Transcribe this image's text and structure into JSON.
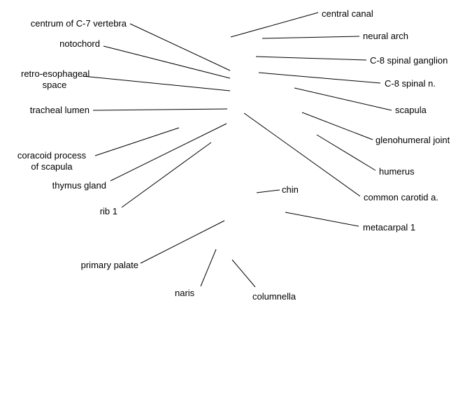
{
  "labels": {
    "centrum_c7": "centrum of C-7 vertebra",
    "notochord": "notochord",
    "retro_esophageal_line1": "retro-esophageal",
    "retro_esophageal_line2": "space",
    "tracheal_lumen": "tracheal lumen",
    "coracoid_line1": "coracoid process",
    "coracoid_line2": "of scapula",
    "thymus_gland": "thymus gland",
    "rib_1": "rib 1",
    "primary_palate": "primary palate",
    "naris": "naris",
    "columnella": "columnella",
    "central_canal": "central canal",
    "neural_arch": "neural arch",
    "c8_spinal_ganglion": "C-8 spinal ganglion",
    "c8_spinal_n": "C-8 spinal n.",
    "scapula": "scapula",
    "glenohumeral_joint": "glenohumeral joint",
    "humerus": "humerus",
    "common_carotid": "common carotid a.",
    "chin": "chin",
    "metacarpal_1": "metacarpal 1"
  },
  "colors": {
    "text": "#000000",
    "lines": "#000000",
    "background": "#ffffff"
  }
}
